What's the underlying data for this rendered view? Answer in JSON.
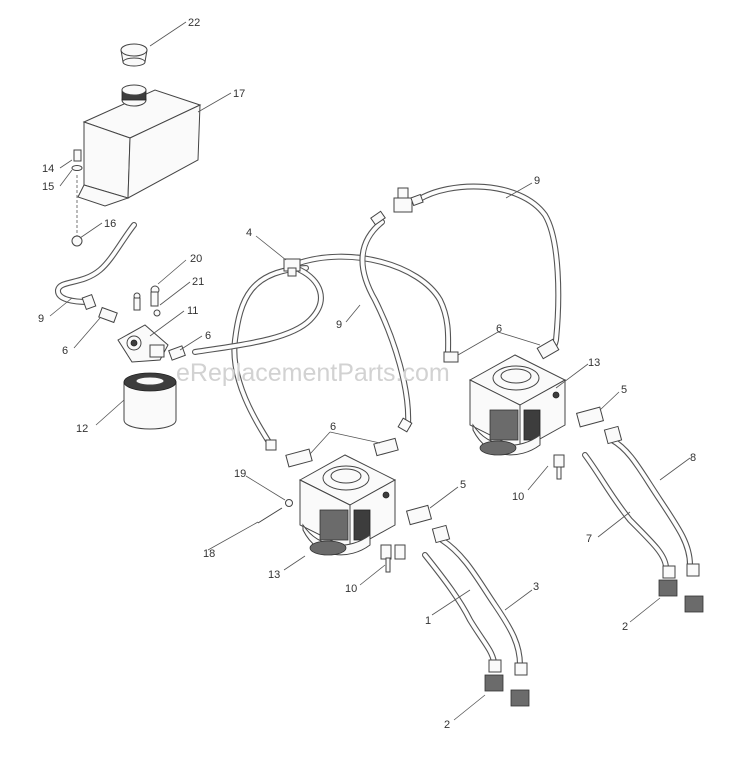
{
  "watermark": "eReplacementParts.com",
  "callouts": {
    "c22": "22",
    "c17": "17",
    "c14": "14",
    "c15": "15",
    "c16": "16",
    "c9a": "9",
    "c9b": "9",
    "c9c": "9",
    "c20": "20",
    "c21": "21",
    "c11": "11",
    "c6a": "6",
    "c6b": "6",
    "c6c": "6",
    "c6d": "6",
    "c12": "12",
    "c4": "4",
    "c13a": "13",
    "c13b": "13",
    "c5a": "5",
    "c5b": "5",
    "c10a": "10",
    "c10b": "10",
    "c8": "8",
    "c7": "7",
    "c2a": "2",
    "c2b": "2",
    "c19": "19",
    "c18": "18",
    "c1": "1",
    "c3": "3"
  }
}
